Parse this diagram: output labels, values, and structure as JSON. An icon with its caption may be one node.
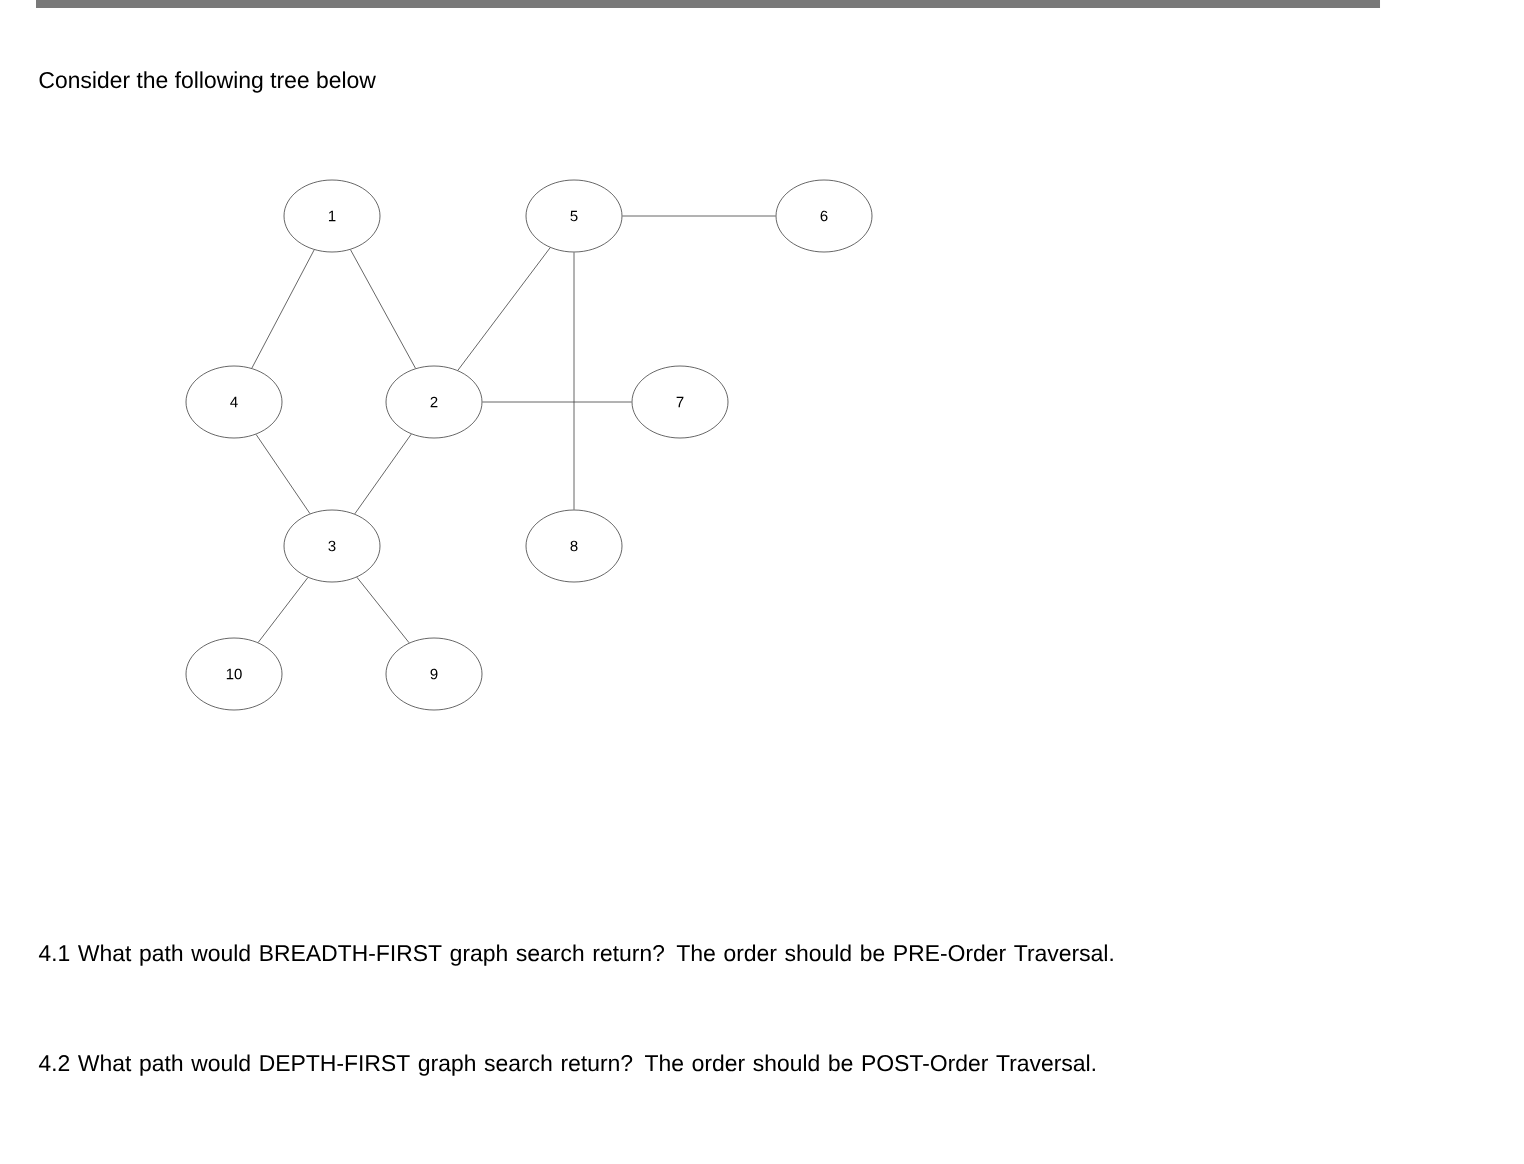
{
  "diagram": {
    "title": "Consider the following tree below",
    "nodes": [
      {
        "text": [
          "1"
        ]
      },
      {
        "text": [
          "5"
        ]
      },
      {
        "text": [
          "6"
        ]
      },
      {
        "text": [
          "4"
        ]
      },
      {
        "text": [
          "2"
        ]
      },
      {
        "text": [
          "7"
        ]
      },
      {
        "text": [
          "3"
        ]
      },
      {
        "text": [
          "8"
        ]
      },
      {
        "text": [
          "10"
        ]
      },
      {
        "text": [
          "9"
        ]
      }
    ],
    "edges": [
      {
        "from": 0,
        "to": 3,
        "arrow": "none"
      },
      {
        "from": 0,
        "to": 4,
        "arrow": "none"
      },
      {
        "from": 1,
        "to": 2,
        "arrow": "none"
      },
      {
        "from": 1,
        "to": 4,
        "arrow": "none"
      },
      {
        "from": 1,
        "to": 7,
        "arrow": "none"
      },
      {
        "from": 4,
        "to": 5,
        "arrow": "none"
      },
      {
        "from": 3,
        "to": 6,
        "arrow": "none"
      },
      {
        "from": 4,
        "to": 6,
        "arrow": "none"
      },
      {
        "from": 6,
        "to": 8,
        "arrow": "none"
      },
      {
        "from": 6,
        "to": 9,
        "arrow": "none"
      }
    ],
    "labels": [
      "4.1 What path would BREADTH-FIRST graph search return? The order should be PRE-Order Traversal.",
      "4.2 What path would DEPTH-FIRST graph search return? The order should be POST-Order Traversal."
    ]
  }
}
